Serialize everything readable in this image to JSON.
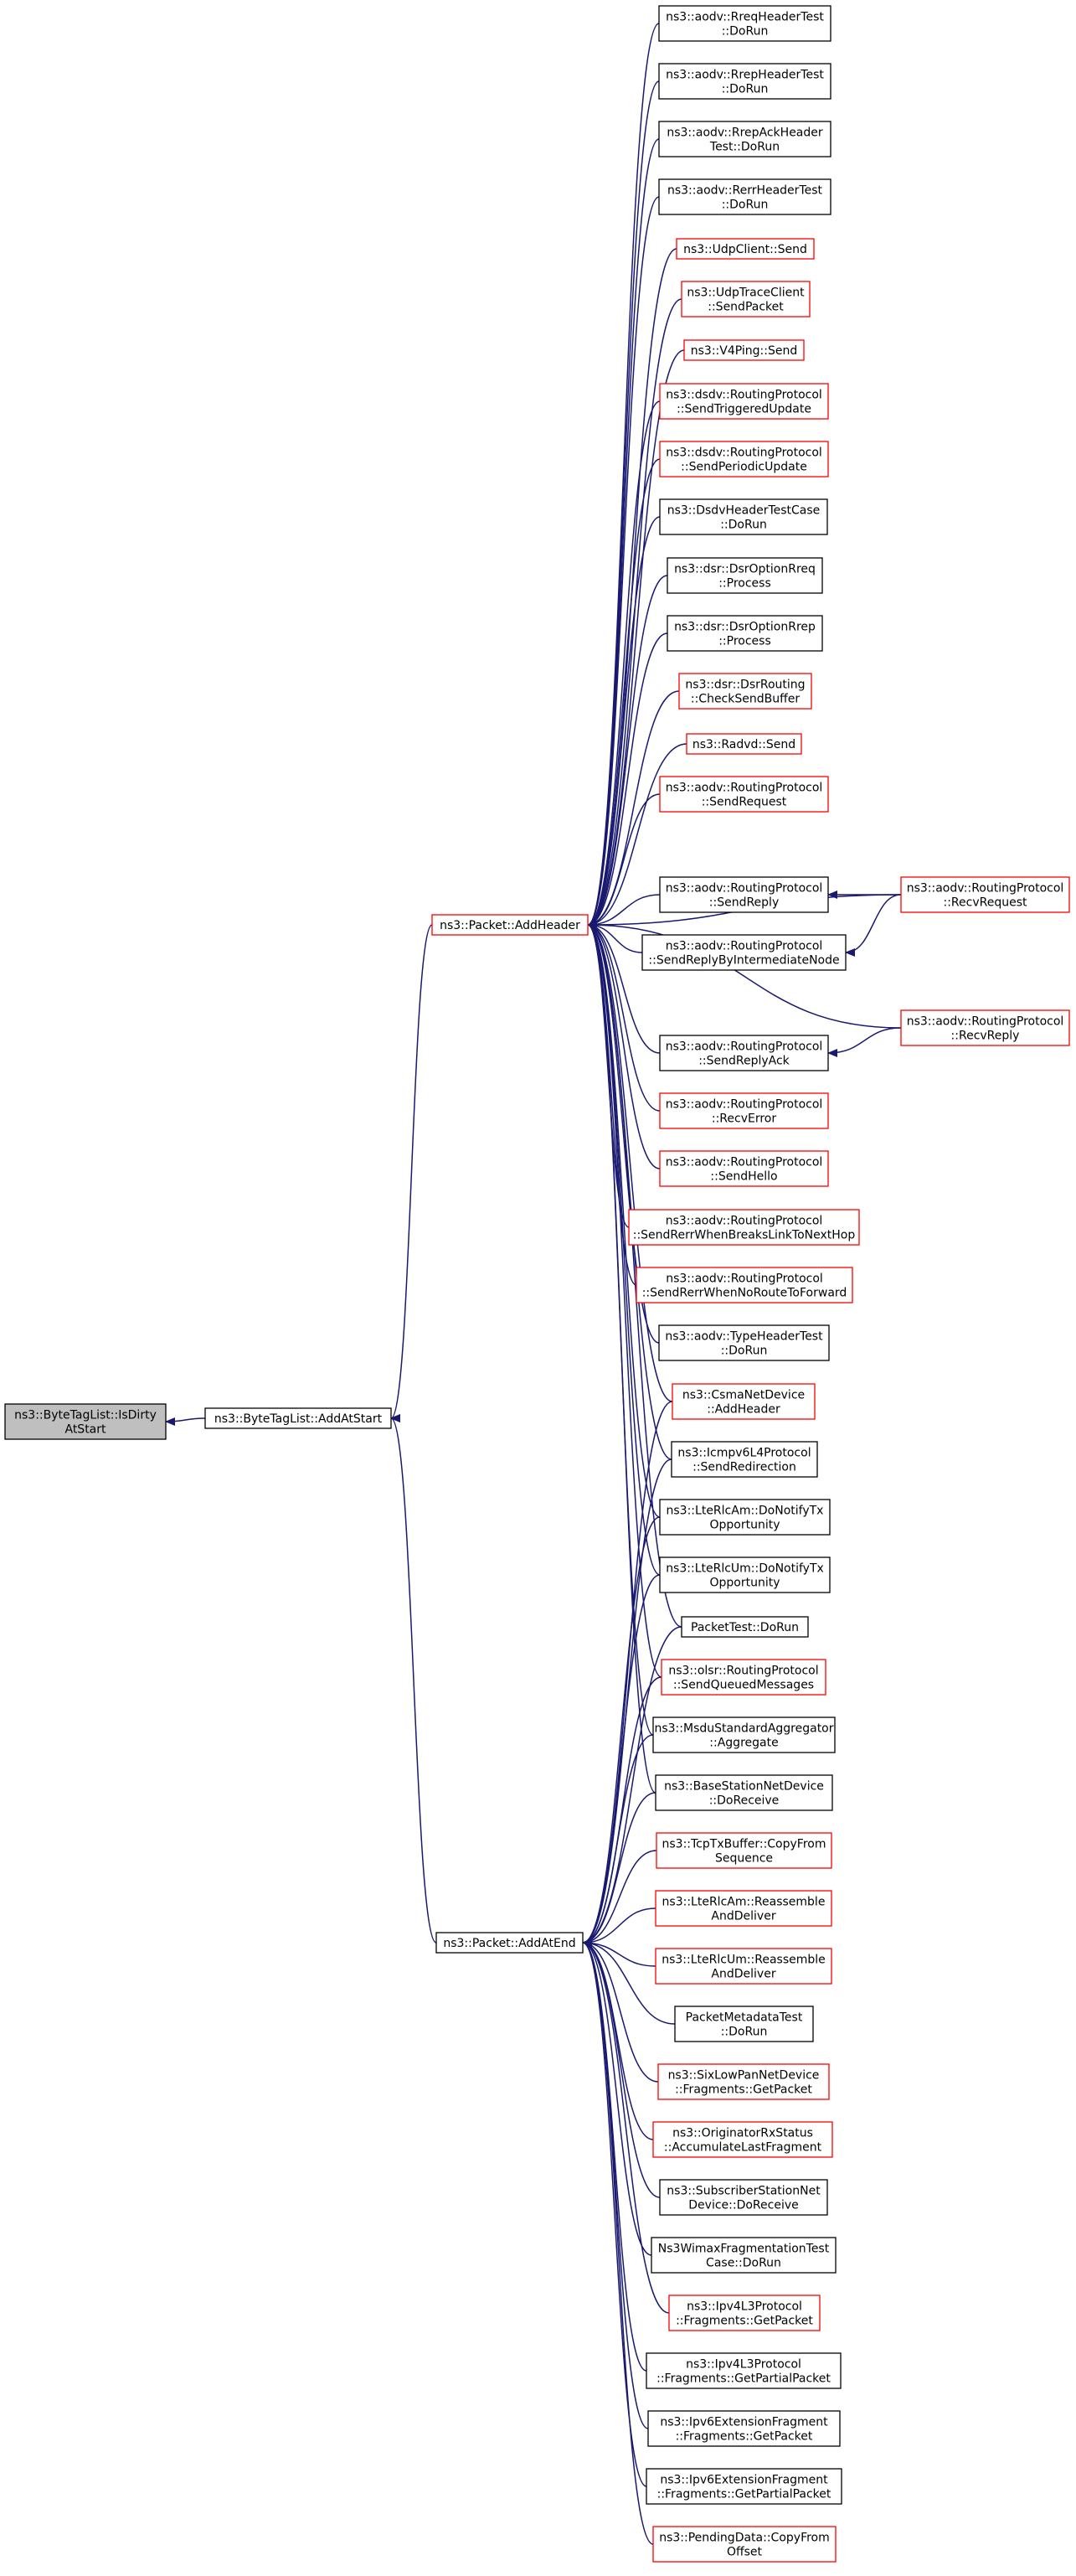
{
  "colors": {
    "edge": "#191970",
    "border_default": "#000000",
    "border_truncated": "#ff0000",
    "root_fill": "#bfbfbf",
    "node_fill": "#ffffff"
  },
  "nodes": {
    "is_dirty_at_start": {
      "lines": [
        "ns3::ByteTagList::IsDirty",
        "AtStart"
      ],
      "style": "root"
    },
    "add_at_start": {
      "lines": [
        "ns3::ByteTagList::AddAtStart"
      ],
      "style": "black"
    },
    "add_header": {
      "lines": [
        "ns3::Packet::AddHeader"
      ],
      "style": "red"
    },
    "add_at_end": {
      "lines": [
        "ns3::Packet::AddAtEnd"
      ],
      "style": "black"
    },
    "rreq_header_test": {
      "lines": [
        "ns3::aodv::RreqHeaderTest",
        "::DoRun"
      ],
      "style": "black"
    },
    "rrep_header_test": {
      "lines": [
        "ns3::aodv::RrepHeaderTest",
        "::DoRun"
      ],
      "style": "black"
    },
    "rrep_ack_header": {
      "lines": [
        "ns3::aodv::RrepAckHeader",
        "Test::DoRun"
      ],
      "style": "black"
    },
    "rerr_header_test": {
      "lines": [
        "ns3::aodv::RerrHeaderTest",
        "::DoRun"
      ],
      "style": "black"
    },
    "udp_client_send": {
      "lines": [
        "ns3::UdpClient::Send"
      ],
      "style": "red"
    },
    "udp_trace_client": {
      "lines": [
        "ns3::UdpTraceClient",
        "::SendPacket"
      ],
      "style": "red"
    },
    "v4ping_send": {
      "lines": [
        "ns3::V4Ping::Send"
      ],
      "style": "red"
    },
    "dsdv_triggered": {
      "lines": [
        "ns3::dsdv::RoutingProtocol",
        "::SendTriggeredUpdate"
      ],
      "style": "red"
    },
    "dsdv_periodic": {
      "lines": [
        "ns3::dsdv::RoutingProtocol",
        "::SendPeriodicUpdate"
      ],
      "style": "red"
    },
    "dsdv_header_test": {
      "lines": [
        "ns3::DsdvHeaderTestCase",
        "::DoRun"
      ],
      "style": "black"
    },
    "dsr_rreq": {
      "lines": [
        "ns3::dsr::DsrOptionRreq",
        "::Process"
      ],
      "style": "black"
    },
    "dsr_rrep": {
      "lines": [
        "ns3::dsr::DsrOptionRrep",
        "::Process"
      ],
      "style": "black"
    },
    "dsr_check_send": {
      "lines": [
        "ns3::dsr::DsrRouting",
        "::CheckSendBuffer"
      ],
      "style": "red"
    },
    "radvd_send": {
      "lines": [
        "ns3::Radvd::Send"
      ],
      "style": "red"
    },
    "aodv_send_request": {
      "lines": [
        "ns3::aodv::RoutingProtocol",
        "::SendRequest"
      ],
      "style": "red"
    },
    "aodv_send_reply": {
      "lines": [
        "ns3::aodv::RoutingProtocol",
        "::SendReply"
      ],
      "style": "black"
    },
    "aodv_send_reply_inter": {
      "lines": [
        "ns3::aodv::RoutingProtocol",
        "::SendReplyByIntermediateNode"
      ],
      "style": "black"
    },
    "aodv_recv_request": {
      "lines": [
        "ns3::aodv::RoutingProtocol",
        "::RecvRequest"
      ],
      "style": "red"
    },
    "aodv_recv_reply": {
      "lines": [
        "ns3::aodv::RoutingProtocol",
        "::RecvReply"
      ],
      "style": "red"
    },
    "aodv_send_reply_ack": {
      "lines": [
        "ns3::aodv::RoutingProtocol",
        "::SendReplyAck"
      ],
      "style": "black"
    },
    "aodv_recv_error": {
      "lines": [
        "ns3::aodv::RoutingProtocol",
        "::RecvError"
      ],
      "style": "red"
    },
    "aodv_send_hello": {
      "lines": [
        "ns3::aodv::RoutingProtocol",
        "::SendHello"
      ],
      "style": "red"
    },
    "aodv_rerr_breaks": {
      "lines": [
        "ns3::aodv::RoutingProtocol",
        "::SendRerrWhenBreaksLinkToNextHop"
      ],
      "style": "red"
    },
    "aodv_rerr_noroute": {
      "lines": [
        "ns3::aodv::RoutingProtocol",
        "::SendRerrWhenNoRouteToForward"
      ],
      "style": "red"
    },
    "aodv_type_header": {
      "lines": [
        "ns3::aodv::TypeHeaderTest",
        "::DoRun"
      ],
      "style": "black"
    },
    "csma_add_header": {
      "lines": [
        "ns3::CsmaNetDevice",
        "::AddHeader"
      ],
      "style": "red"
    },
    "icmpv6_redirection": {
      "lines": [
        "ns3::Icmpv6L4Protocol",
        "::SendRedirection"
      ],
      "style": "black"
    },
    "lte_am_notify": {
      "lines": [
        "ns3::LteRlcAm::DoNotifyTx",
        "Opportunity"
      ],
      "style": "black"
    },
    "lte_um_notify": {
      "lines": [
        "ns3::LteRlcUm::DoNotifyTx",
        "Opportunity"
      ],
      "style": "black"
    },
    "packet_test": {
      "lines": [
        "PacketTest::DoRun"
      ],
      "style": "black"
    },
    "olsr_send_queued": {
      "lines": [
        "ns3::olsr::RoutingProtocol",
        "::SendQueuedMessages"
      ],
      "style": "red"
    },
    "msdu_aggregate": {
      "lines": [
        "ns3::MsduStandardAggregator",
        "::Aggregate"
      ],
      "style": "black"
    },
    "base_station_receive": {
      "lines": [
        "ns3::BaseStationNetDevice",
        "::DoReceive"
      ],
      "style": "black"
    },
    "tcp_copy_from": {
      "lines": [
        "ns3::TcpTxBuffer::CopyFrom",
        "Sequence"
      ],
      "style": "red"
    },
    "lte_am_reassemble": {
      "lines": [
        "ns3::LteRlcAm::Reassemble",
        "AndDeliver"
      ],
      "style": "red"
    },
    "lte_um_reassemble": {
      "lines": [
        "ns3::LteRlcUm::Reassemble",
        "AndDeliver"
      ],
      "style": "red"
    },
    "packet_metadata_test": {
      "lines": [
        "PacketMetadataTest",
        "::DoRun"
      ],
      "style": "black"
    },
    "sixlowpan_fragments": {
      "lines": [
        "ns3::SixLowPanNetDevice",
        "::Fragments::GetPacket"
      ],
      "style": "red"
    },
    "originator_rx": {
      "lines": [
        "ns3::OriginatorRxStatus",
        "::AccumulateLastFragment"
      ],
      "style": "red"
    },
    "subscriber_receive": {
      "lines": [
        "ns3::SubscriberStationNet",
        "Device::DoReceive"
      ],
      "style": "black"
    },
    "wimax_frag_test": {
      "lines": [
        "Ns3WimaxFragmentationTest",
        "Case::DoRun"
      ],
      "style": "black"
    },
    "ipv4_get_packet": {
      "lines": [
        "ns3::Ipv4L3Protocol",
        "::Fragments::GetPacket"
      ],
      "style": "red"
    },
    "ipv4_get_partial": {
      "lines": [
        "ns3::Ipv4L3Protocol",
        "::Fragments::GetPartialPacket"
      ],
      "style": "black"
    },
    "ipv6_get_packet": {
      "lines": [
        "ns3::Ipv6ExtensionFragment",
        "::Fragments::GetPacket"
      ],
      "style": "black"
    },
    "ipv6_get_partial": {
      "lines": [
        "ns3::Ipv6ExtensionFragment",
        "::Fragments::GetPartialPacket"
      ],
      "style": "black"
    },
    "pending_copy_from": {
      "lines": [
        "ns3::PendingData::CopyFrom",
        "Offset"
      ],
      "style": "red"
    }
  },
  "edges": [
    [
      "add_at_start",
      "is_dirty_at_start"
    ],
    [
      "add_header",
      "add_at_start"
    ],
    [
      "add_at_end",
      "add_at_start"
    ],
    [
      "rreq_header_test",
      "add_header"
    ],
    [
      "rrep_header_test",
      "add_header"
    ],
    [
      "rrep_ack_header",
      "add_header"
    ],
    [
      "rerr_header_test",
      "add_header"
    ],
    [
      "udp_client_send",
      "add_header"
    ],
    [
      "udp_trace_client",
      "add_header"
    ],
    [
      "v4ping_send",
      "add_header"
    ],
    [
      "dsdv_triggered",
      "add_header"
    ],
    [
      "dsdv_periodic",
      "add_header"
    ],
    [
      "dsdv_header_test",
      "add_header"
    ],
    [
      "dsr_rreq",
      "add_header"
    ],
    [
      "dsr_rrep",
      "add_header"
    ],
    [
      "dsr_check_send",
      "add_header"
    ],
    [
      "radvd_send",
      "add_header"
    ],
    [
      "aodv_send_request",
      "add_header"
    ],
    [
      "aodv_recv_request",
      "add_header"
    ],
    [
      "aodv_send_reply",
      "add_header"
    ],
    [
      "aodv_send_reply_inter",
      "add_header"
    ],
    [
      "aodv_recv_reply",
      "add_header"
    ],
    [
      "aodv_send_reply_ack",
      "add_header"
    ],
    [
      "aodv_recv_error",
      "add_header"
    ],
    [
      "aodv_send_hello",
      "add_header"
    ],
    [
      "aodv_rerr_breaks",
      "add_header"
    ],
    [
      "aodv_rerr_noroute",
      "add_header"
    ],
    [
      "aodv_type_header",
      "add_header"
    ],
    [
      "csma_add_header",
      "add_header"
    ],
    [
      "icmpv6_redirection",
      "add_header"
    ],
    [
      "lte_am_notify",
      "add_header"
    ],
    [
      "lte_um_notify",
      "add_header"
    ],
    [
      "packet_test",
      "add_header"
    ],
    [
      "olsr_send_queued",
      "add_header"
    ],
    [
      "msdu_aggregate",
      "add_header"
    ],
    [
      "base_station_receive",
      "add_header"
    ],
    [
      "aodv_recv_request",
      "aodv_send_reply"
    ],
    [
      "aodv_recv_request",
      "aodv_send_reply_inter"
    ],
    [
      "aodv_recv_reply",
      "aodv_send_reply_ack"
    ],
    [
      "csma_add_header",
      "add_at_end"
    ],
    [
      "icmpv6_redirection",
      "add_at_end"
    ],
    [
      "lte_am_notify",
      "add_at_end"
    ],
    [
      "lte_um_notify",
      "add_at_end"
    ],
    [
      "packet_test",
      "add_at_end"
    ],
    [
      "olsr_send_queued",
      "add_at_end"
    ],
    [
      "msdu_aggregate",
      "add_at_end"
    ],
    [
      "base_station_receive",
      "add_at_end"
    ],
    [
      "tcp_copy_from",
      "add_at_end"
    ],
    [
      "lte_am_reassemble",
      "add_at_end"
    ],
    [
      "lte_um_reassemble",
      "add_at_end"
    ],
    [
      "packet_metadata_test",
      "add_at_end"
    ],
    [
      "sixlowpan_fragments",
      "add_at_end"
    ],
    [
      "originator_rx",
      "add_at_end"
    ],
    [
      "subscriber_receive",
      "add_at_end"
    ],
    [
      "wimax_frag_test",
      "add_at_end"
    ],
    [
      "ipv4_get_packet",
      "add_at_end"
    ],
    [
      "ipv4_get_partial",
      "add_at_end"
    ],
    [
      "ipv6_get_packet",
      "add_at_end"
    ],
    [
      "ipv6_get_partial",
      "add_at_end"
    ],
    [
      "pending_copy_from",
      "add_at_end"
    ]
  ]
}
